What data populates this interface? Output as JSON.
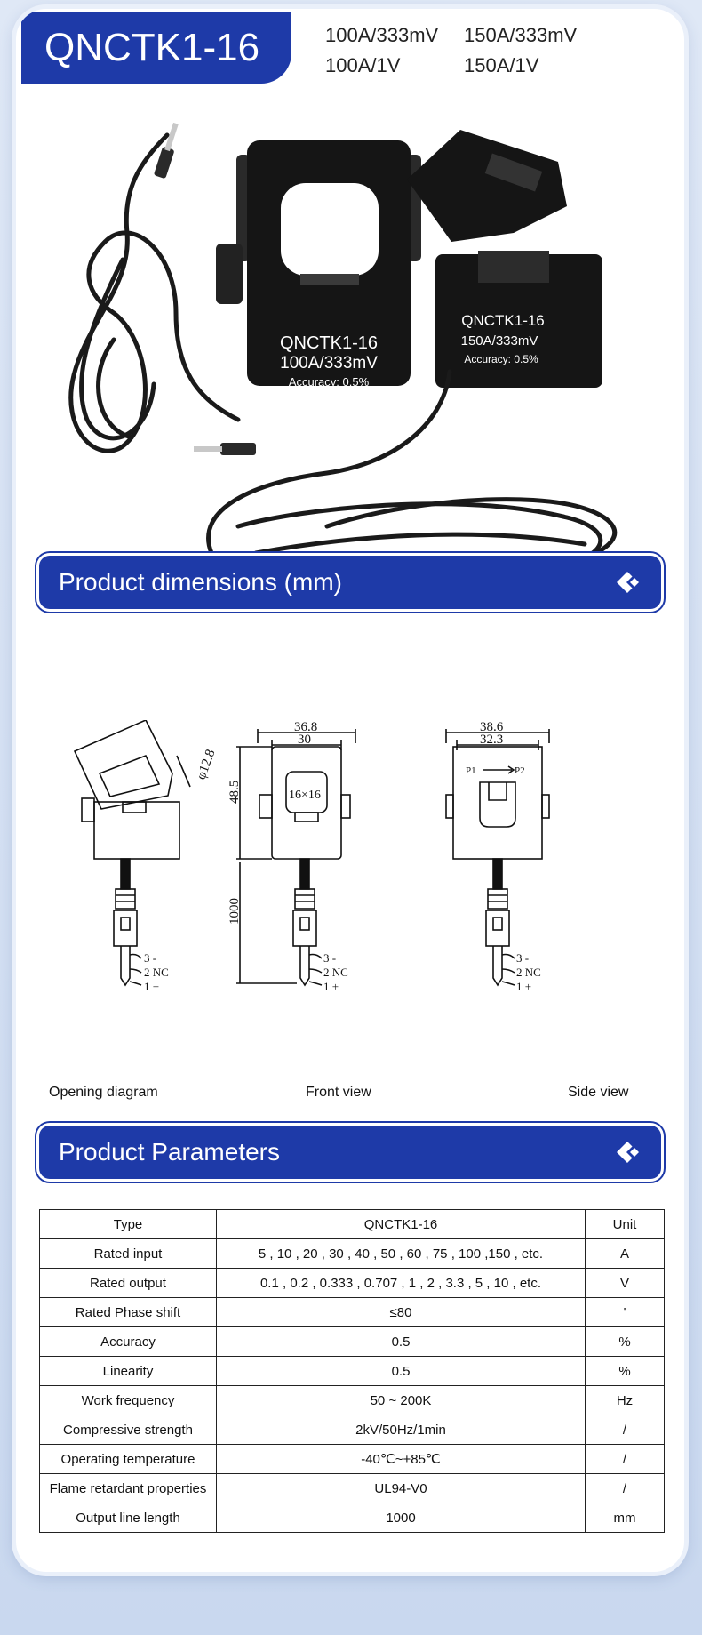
{
  "model": "QNCTK1-16",
  "specs": [
    "100A/333mV",
    "150A/333mV",
    "100A/1V",
    "150A/1V"
  ],
  "ct_front_labels": [
    "QNCTK1-16",
    "100A/333mV",
    "Accuracy: 0.5%"
  ],
  "ct_open_labels": [
    "QNCTK1-16",
    "150A/333mV",
    "Accuracy: 0.5%"
  ],
  "sections": {
    "dimensions": "Product dimensions (mm)",
    "parameters": "Product Parameters"
  },
  "diagram_labels": {
    "opening_dim": "φ12.8",
    "front_outer": "36.8",
    "front_inner": "30",
    "front_window": "16×16",
    "front_height": "48.5",
    "cable_length": "1000",
    "side_outer": "38.6",
    "side_inner": "32.3",
    "side_p1": "P1",
    "side_p2": "P2",
    "pins": [
      "3 -",
      "2 NC",
      "1 +"
    ]
  },
  "captions": [
    "Opening diagram",
    "Front view",
    "Side view"
  ],
  "table": {
    "rows": [
      [
        "Type",
        "QNCTK1-16",
        "Unit"
      ],
      [
        "Rated input",
        "5 , 10 , 20 , 30 , 40 , 50 , 60 , 75 , 100 ,150 , etc.",
        "A"
      ],
      [
        "Rated output",
        "0.1 , 0.2 , 0.333 , 0.707 , 1 , 2 , 3.3 , 5 , 10 , etc.",
        "V"
      ],
      [
        "Rated Phase shift",
        "≤80",
        "'"
      ],
      [
        "Accuracy",
        "0.5",
        "%"
      ],
      [
        "Linearity",
        "0.5",
        "%"
      ],
      [
        "Work frequency",
        "50 ~ 200K",
        "Hz"
      ],
      [
        "Compressive strength",
        "2kV/50Hz/1min",
        "/"
      ],
      [
        "Operating temperature",
        "-40℃~+85℃",
        "/"
      ],
      [
        "Flame retardant properties",
        "UL94-V0",
        "/"
      ],
      [
        "Output line length",
        "1000",
        "mm"
      ]
    ]
  },
  "colors": {
    "brand_blue": "#1e3aa8",
    "ct_black": "#151515"
  }
}
